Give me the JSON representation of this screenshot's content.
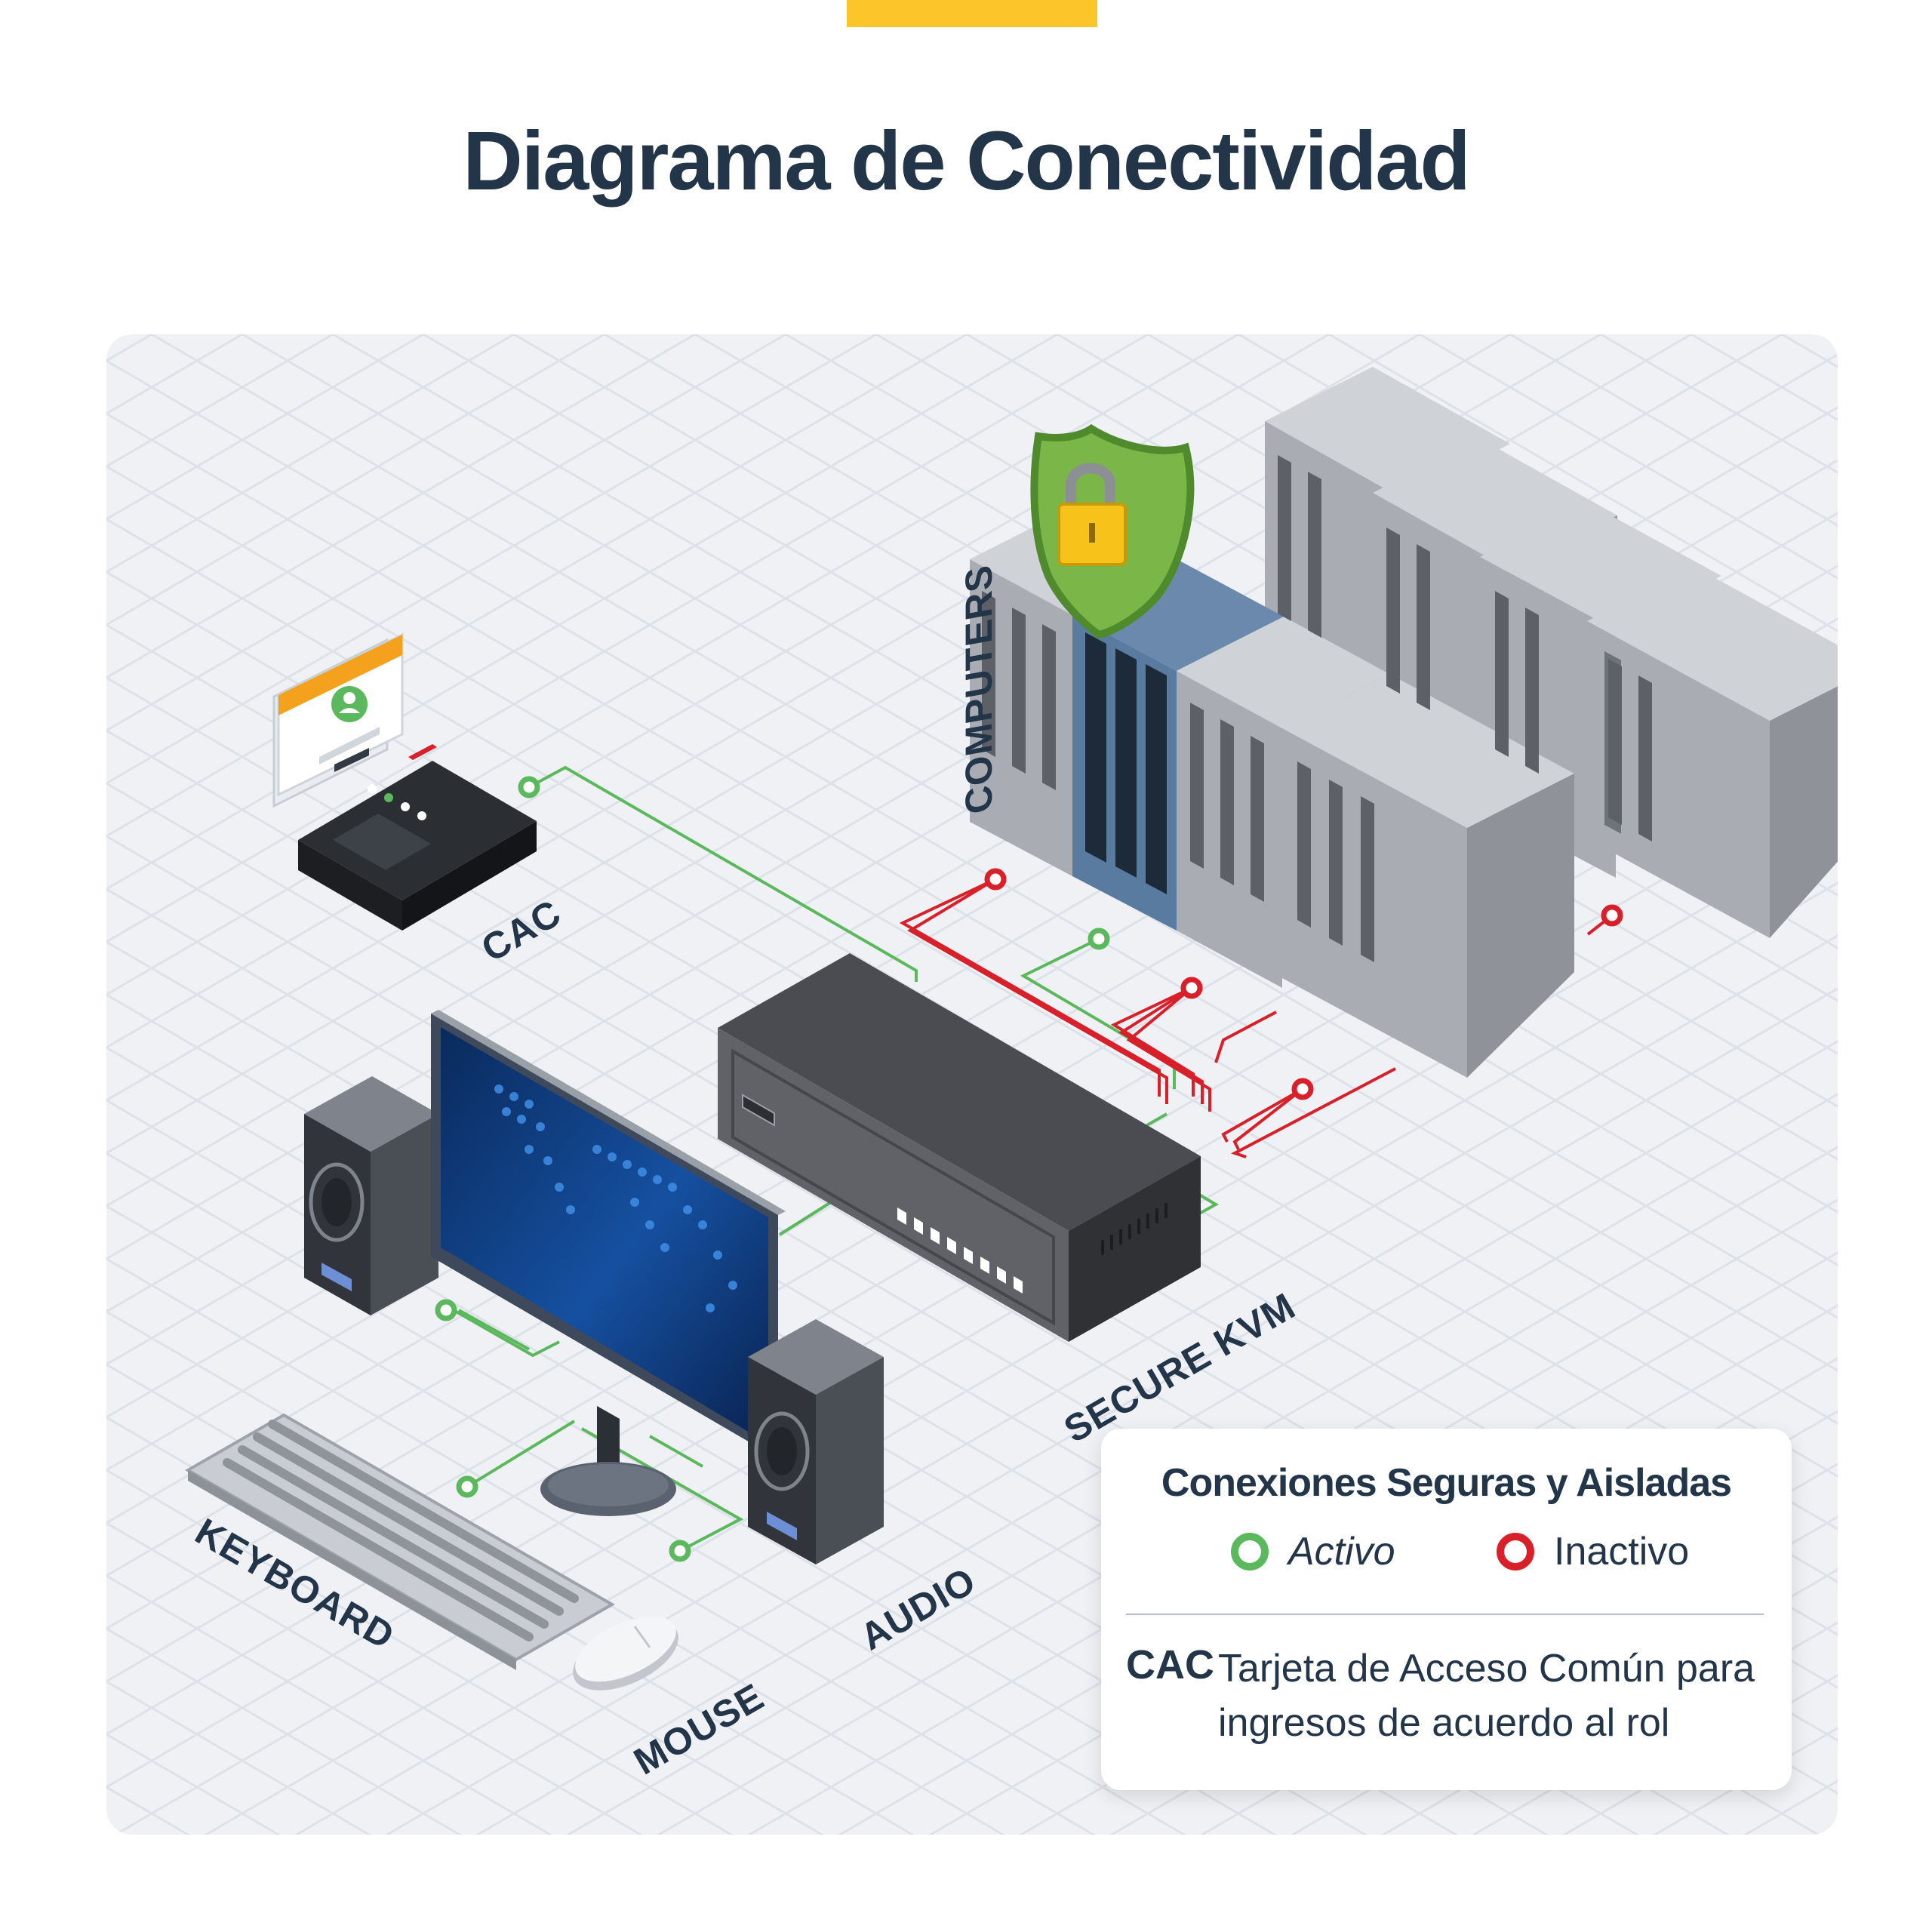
{
  "title": "Diagrama de Conectividad",
  "labels": {
    "computers": "COMPUTERS",
    "cac": "CAC",
    "secure_kvm": "SECURE KVM",
    "keyboard": "KEYBOARD",
    "mouse": "MOUSE",
    "audio": "AUDIO"
  },
  "legend": {
    "title": "Conexiones Seguras y Aisladas",
    "active": "Activo",
    "inactive": "Inactivo",
    "abbr": "CAC",
    "description": "Tarjeta de Acceso Común para ingresos de acuerdo al rol"
  },
  "colors": {
    "accent": "#fcc62b",
    "title": "#233548",
    "active": "#5cb85c",
    "inactive": "#d8202a",
    "panel": "#eff1f5"
  },
  "icons": [
    "shield-lock-icon",
    "user-login-icon"
  ]
}
